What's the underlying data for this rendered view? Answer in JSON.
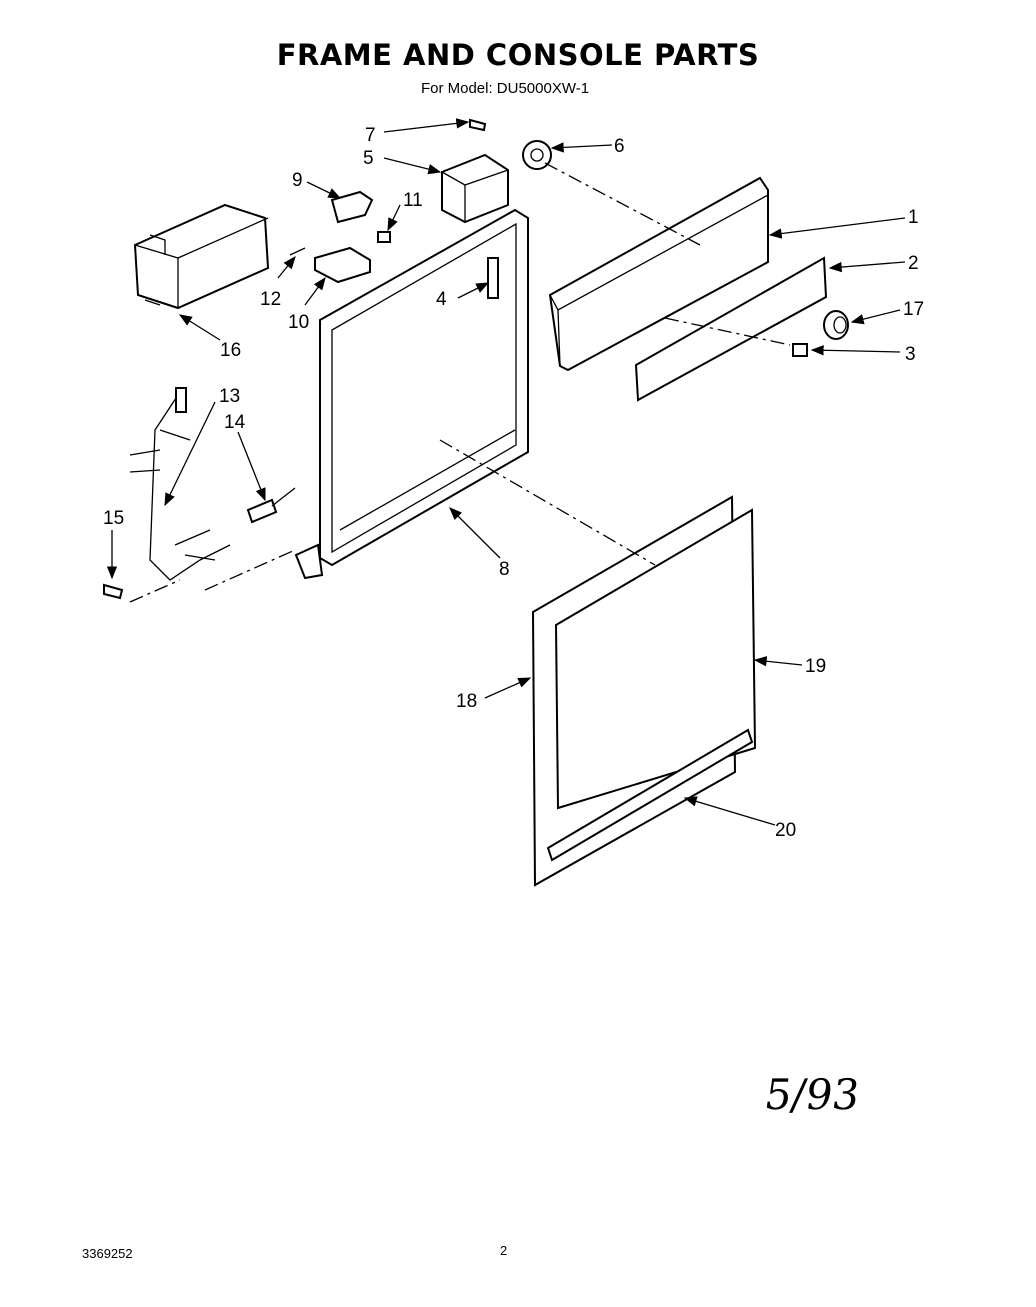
{
  "header": {
    "title": "FRAME AND CONSOLE PARTS",
    "subtitle": "For Model: DU5000XW-1"
  },
  "callouts": [
    {
      "id": "1",
      "label": "1"
    },
    {
      "id": "2",
      "label": "2"
    },
    {
      "id": "3",
      "label": "3"
    },
    {
      "id": "4",
      "label": "4"
    },
    {
      "id": "5",
      "label": "5"
    },
    {
      "id": "6",
      "label": "6"
    },
    {
      "id": "7",
      "label": "7"
    },
    {
      "id": "8",
      "label": "8"
    },
    {
      "id": "9",
      "label": "9"
    },
    {
      "id": "10",
      "label": "10"
    },
    {
      "id": "11",
      "label": "11"
    },
    {
      "id": "12",
      "label": "12"
    },
    {
      "id": "13",
      "label": "13"
    },
    {
      "id": "14",
      "label": "14"
    },
    {
      "id": "15",
      "label": "15"
    },
    {
      "id": "16",
      "label": "16"
    },
    {
      "id": "17",
      "label": "17"
    },
    {
      "id": "18",
      "label": "18"
    },
    {
      "id": "19",
      "label": "19"
    },
    {
      "id": "20",
      "label": "20"
    }
  ],
  "annotation": {
    "handwritten_date": "5/93"
  },
  "footer": {
    "document_number": "3369252",
    "page_number": "2"
  }
}
